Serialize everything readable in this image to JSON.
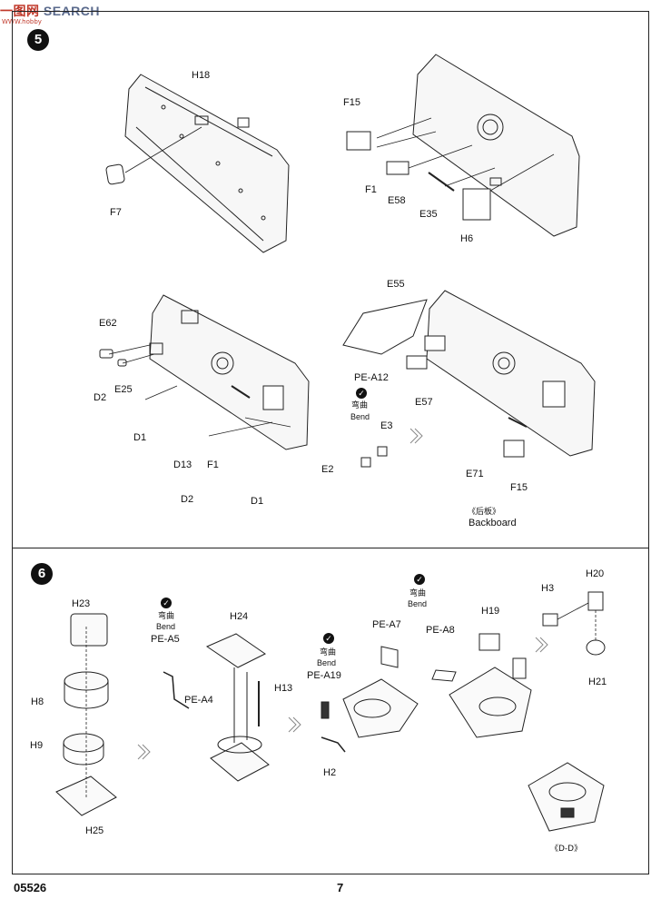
{
  "watermark": {
    "logo": "一图网",
    "brand": "SEARCH",
    "sub": "WWW.hobby"
  },
  "steps": {
    "step5": "5",
    "step6": "6"
  },
  "step5_labels": {
    "h18": "H18",
    "f7": "F7",
    "f15_top": "F15",
    "f1_top": "F1",
    "e58": "E58",
    "e35": "E35",
    "h6": "H6",
    "e62": "E62",
    "e25": "E25",
    "d2_a": "D2",
    "d1_a": "D1",
    "d13": "D13",
    "f1_b": "F1",
    "d2_b": "D2",
    "d1_b": "D1",
    "e55": "E55",
    "pe_a12": "PE-A12",
    "bend_cn": "弯曲",
    "bend_en": "Bend",
    "e57": "E57",
    "e3": "E3",
    "e2": "E2",
    "e71": "E71",
    "f15_b": "F15",
    "backboard_cn": "《后板》",
    "backboard_en": "Backboard"
  },
  "step6_labels": {
    "h23": "H23",
    "h8": "H8",
    "h9": "H9",
    "h25": "H25",
    "bend1_cn": "弯曲",
    "bend1_en": "Bend",
    "pe_a5": "PE-A5",
    "h24": "H24",
    "pe_a4": "PE-A4",
    "h13": "H13",
    "bend2_cn": "弯曲",
    "bend2_en": "Bend",
    "pe_a19": "PE-A19",
    "pe_a7": "PE-A7",
    "h2": "H2",
    "bend3_cn": "弯曲",
    "bend3_en": "Bend",
    "pe_a8": "PE-A8",
    "h19": "H19",
    "h3": "H3",
    "h20": "H20",
    "h21": "H21",
    "dd": "《D-D》"
  },
  "footer": {
    "kit_number": "05526",
    "page_number": "7"
  }
}
